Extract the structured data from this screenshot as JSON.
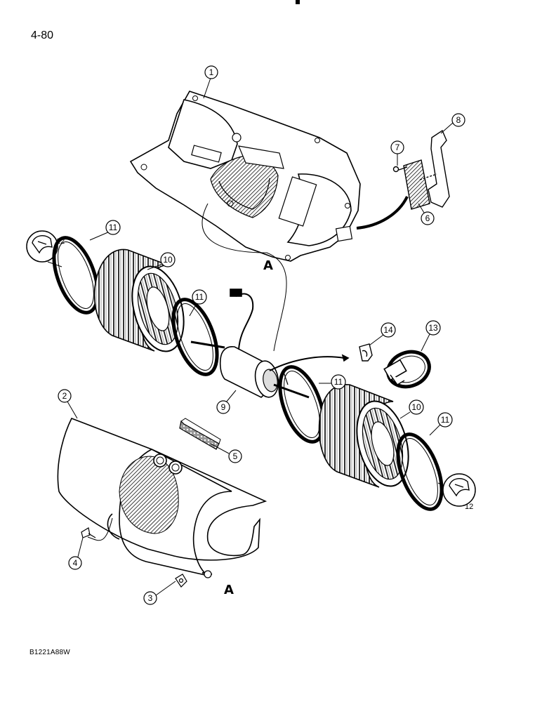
{
  "page": {
    "number": "4-80",
    "figure_code": "B1221A88W"
  },
  "callouts": {
    "c1": "1",
    "c2": "2",
    "c3": "3",
    "c4": "4",
    "c5": "5",
    "c6": "6",
    "c7": "7",
    "c8": "8",
    "c9": "9",
    "c10a": "10",
    "c10b": "10",
    "c11a": "11",
    "c11b": "11",
    "c11c": "11",
    "c11d": "11",
    "c12a": "12",
    "c12b": "12",
    "c13": "13",
    "c14": "14"
  },
  "references": {
    "a_upper": "A",
    "a_lower": "A"
  }
}
